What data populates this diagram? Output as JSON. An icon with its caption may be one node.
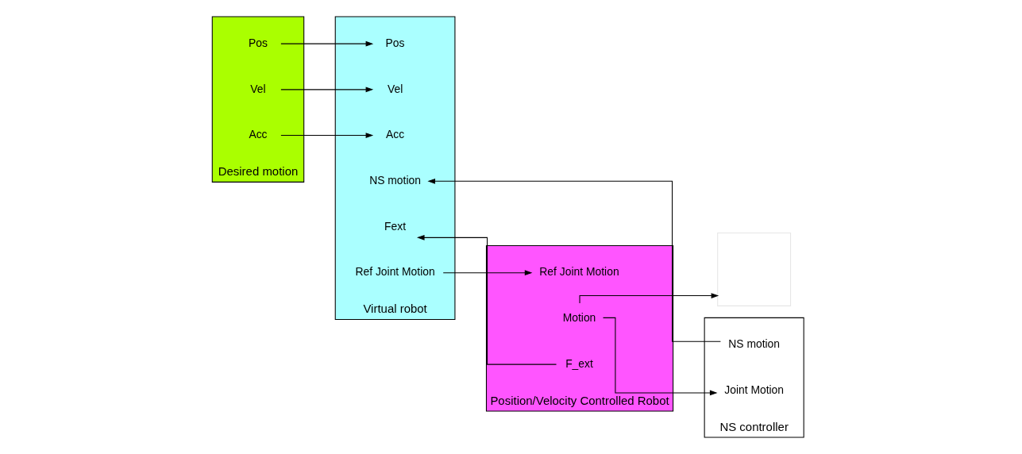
{
  "diagram": {
    "nodes": [
      {
        "text": [
          "Desired motion"
        ]
      },
      {
        "text": [
          "Pos"
        ],
        "in": 0
      },
      {
        "text": [
          "Vel"
        ],
        "in": 0
      },
      {
        "text": [
          "Acc"
        ],
        "in": 0
      },
      {
        "text": [
          "Virtual robot"
        ]
      },
      {
        "text": [
          "Pos"
        ],
        "in": 4
      },
      {
        "text": [
          "Vel"
        ],
        "in": 4
      },
      {
        "text": [
          "Acc"
        ],
        "in": 4
      },
      {
        "text": [
          "NS motion"
        ],
        "in": 4
      },
      {
        "text": [
          "Fext"
        ],
        "in": 4
      },
      {
        "text": [
          "Ref Joint Motion"
        ],
        "in": 4
      },
      {
        "text": [
          "Position/Velocity Controlled Robot"
        ]
      },
      {
        "text": [
          "Ref Joint Motion"
        ],
        "in": 11
      },
      {
        "text": [
          "Motion"
        ],
        "in": 11
      },
      {
        "text": [
          "F_ext"
        ],
        "in": 11
      },
      {
        "text": [],
        "shape": "box"
      },
      {
        "text": [
          "NS controller"
        ]
      },
      {
        "text": [
          "NS motion"
        ],
        "in": 16
      },
      {
        "text": [
          "Joint Motion"
        ],
        "in": 16
      }
    ],
    "edges": [
      {
        "from": 1,
        "to": 5,
        "arrow": "to"
      },
      {
        "from": 2,
        "to": 6,
        "arrow": "to"
      },
      {
        "from": 3,
        "to": 7,
        "arrow": "to"
      },
      {
        "from": 10,
        "to": 12,
        "arrow": "to"
      },
      {
        "from": 13,
        "to": 15,
        "arrow": "to"
      },
      {
        "from": 13,
        "to": 18,
        "arrow": "to"
      },
      {
        "from": 14,
        "to": 9,
        "arrow": "to"
      },
      {
        "from": 17,
        "to": 8,
        "arrow": "to"
      }
    ]
  }
}
